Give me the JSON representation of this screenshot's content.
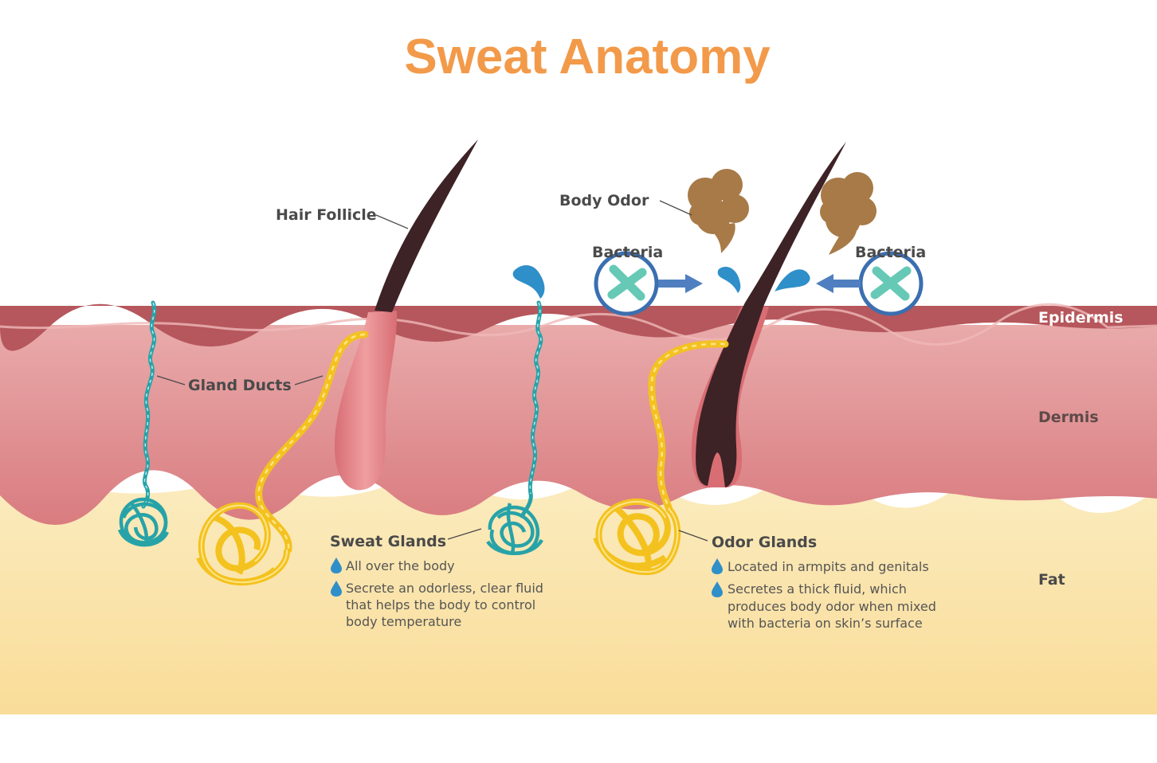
{
  "title": "Sweat Anatomy",
  "colors": {
    "title": "#f29a4a",
    "epidermis": "#b5575c",
    "dermis_top": "#e9aaaa",
    "dermis_bottom": "#d97c80",
    "fat_top": "#fbe9b6",
    "fat_bottom": "#f9dd9a",
    "sweat_gland": "#27a3a8",
    "odor_gland": "#f4c21f",
    "hair": "#3d2226",
    "follicle": "#e58b8f",
    "bacteria_ring": "#3b6fb0",
    "bacteria": "#66c9b6",
    "arrow": "#4f7fc0",
    "odor_cloud": "#a77a47",
    "droplet": "#2f8fc9"
  },
  "layers": {
    "epidermis": "Epidermis",
    "dermis": "Dermis",
    "fat": "Fat"
  },
  "labels": {
    "hair_follicle": "Hair Follicle",
    "gland_ducts": "Gland Ducts",
    "body_odor": "Body Odor",
    "bacteria_left": "Bacteria",
    "bacteria_right": "Bacteria"
  },
  "sweat_glands": {
    "heading": "Sweat Glands",
    "bullets": [
      [
        "All over the body"
      ],
      [
        "Secrete an odorless, clear fluid",
        "that helps the body to control",
        "body temperature"
      ]
    ]
  },
  "odor_glands": {
    "heading": "Odor Glands",
    "bullets": [
      [
        "Located in armpits and genitals"
      ],
      [
        "Secretes a thick fluid, which",
        "produces body odor when mixed",
        "with bacteria on skin’s surface"
      ]
    ]
  },
  "icons": [
    "droplet-icon",
    "bacteria-icon",
    "arrow-right-icon",
    "arrow-left-icon",
    "odor-cloud-icon"
  ]
}
